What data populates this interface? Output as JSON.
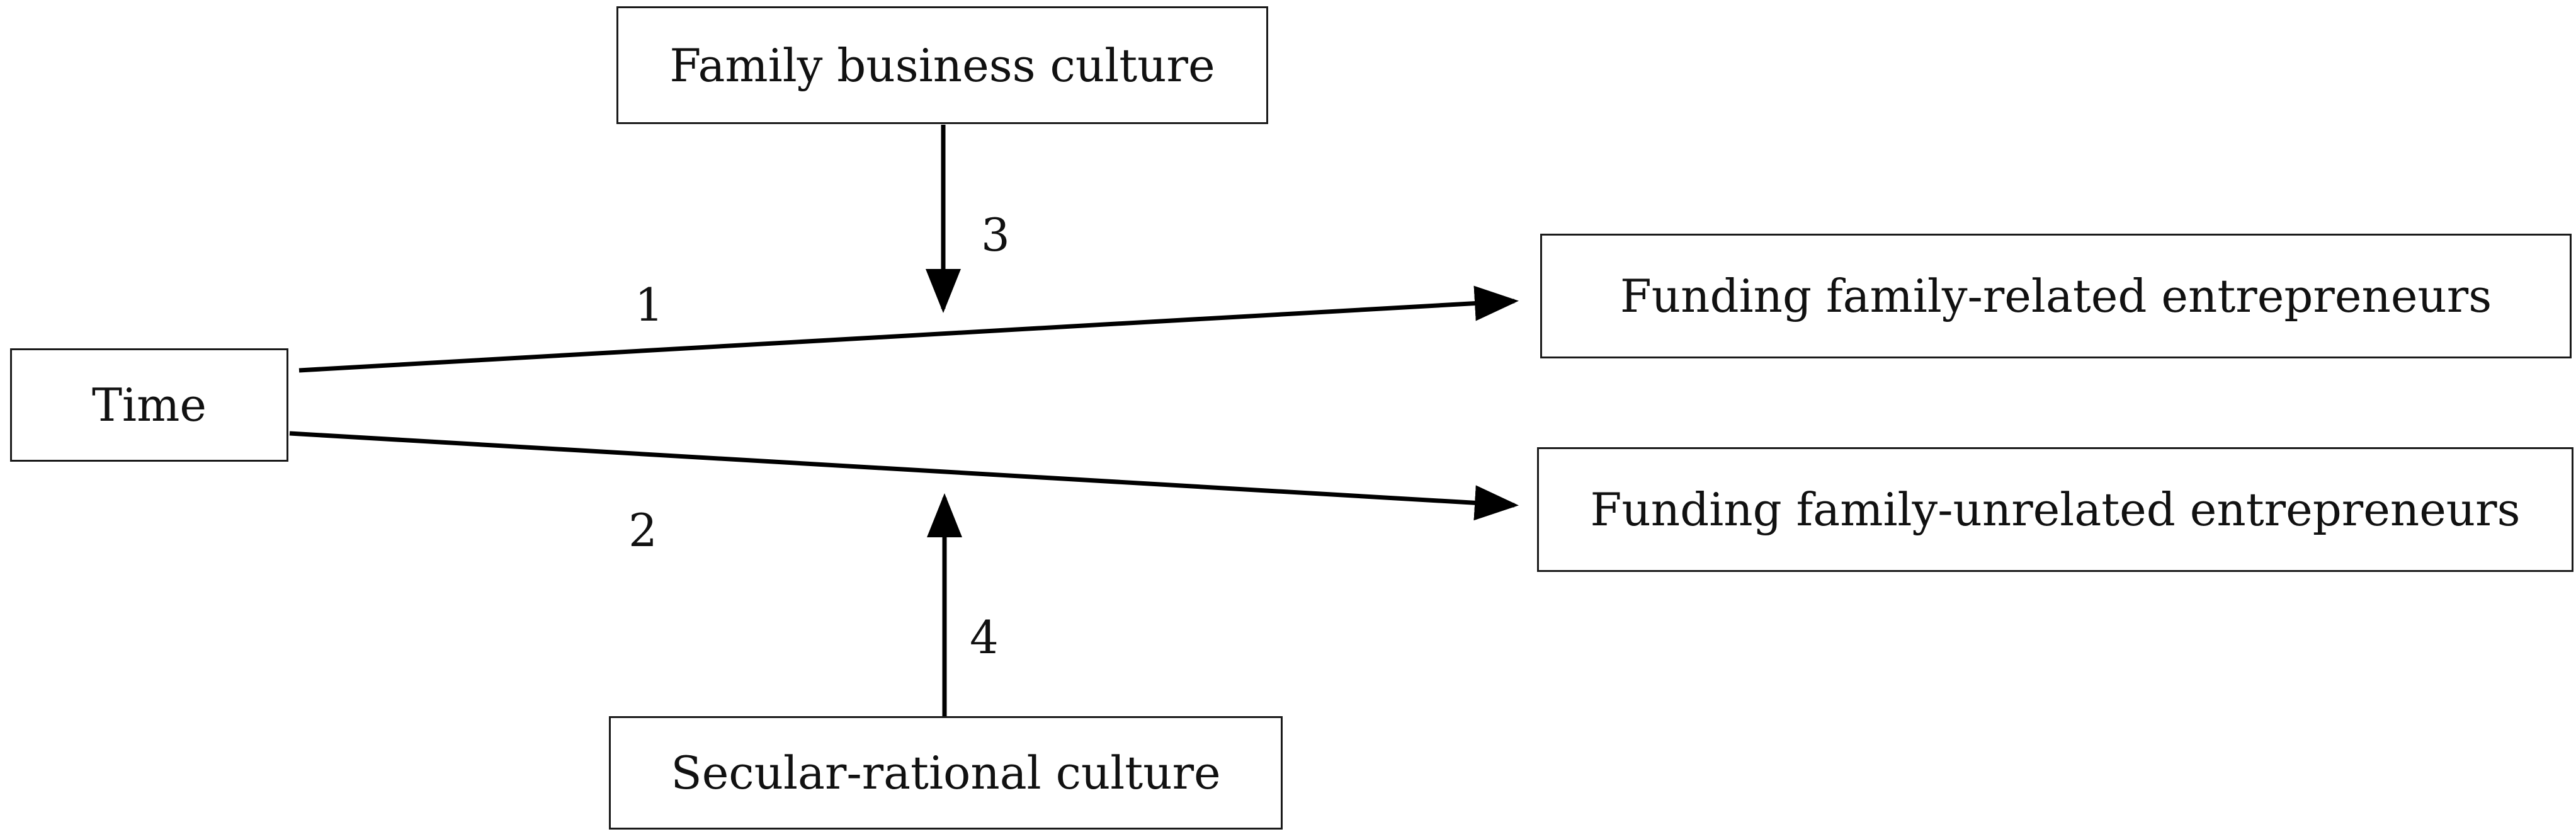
{
  "nodes": {
    "time": "Time",
    "family_business_culture": "Family business culture",
    "secular_rational_culture": "Secular-rational culture",
    "funding_related": "Funding family-related entrepreneurs",
    "funding_unrelated": "Funding family-unrelated entrepreneurs"
  },
  "paths": {
    "p1": "1",
    "p2": "2",
    "p3": "3",
    "p4": "4"
  },
  "colors": {
    "line": "#000000",
    "border": "#1a1a1a",
    "text": "#111111"
  }
}
